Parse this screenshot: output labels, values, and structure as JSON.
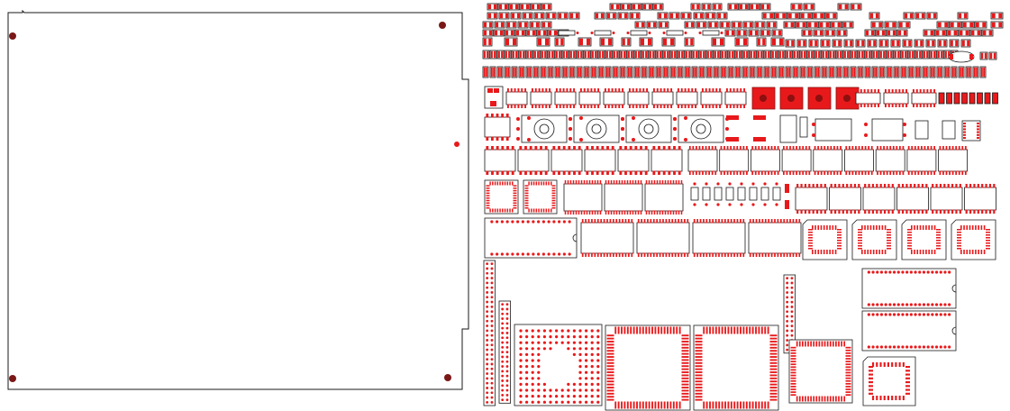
{
  "colors": {
    "background": "#ffffff",
    "outline": "#1a1a1a",
    "pad": "#e8191b",
    "pad_dark": "#8c1010",
    "mounting_hole": "#7a1818",
    "footprint_fill": "#ffffff"
  },
  "board": {
    "shape": "rectangular pcb board outline with right-side notch",
    "mounting_holes": 4,
    "edge_marker": 1
  },
  "footprint_library": {
    "groups": [
      {
        "name": "smd-chip-row-1",
        "kind": "chip-pads",
        "count": 22
      },
      {
        "name": "smd-chip-row-2",
        "kind": "chip-pads",
        "count": 24
      },
      {
        "name": "smd-chip-row-3",
        "kind": "chip-pads",
        "count": 26
      },
      {
        "name": "smd-chip-row-4",
        "kind": "chip-pads",
        "count": 30
      },
      {
        "name": "smd-chip-row-5",
        "kind": "chip-pads",
        "count": 58
      },
      {
        "name": "smd-chip-row-6",
        "kind": "chip-pads",
        "count": 68
      },
      {
        "name": "soic-small-row",
        "kind": "soic",
        "count": 10
      },
      {
        "name": "large-square-pads",
        "kind": "power-pad",
        "count": 4
      },
      {
        "name": "small-pad-arrays",
        "kind": "soic",
        "count": 3
      },
      {
        "name": "trimmer-pots",
        "kind": "pot",
        "count": 4
      },
      {
        "name": "soic-medium-row-1",
        "kind": "soic",
        "count": 15
      },
      {
        "name": "qfn-packages",
        "kind": "qfn",
        "count": 2
      },
      {
        "name": "tssop-packages",
        "kind": "tssop",
        "count": 3
      },
      {
        "name": "through-hole-resistors",
        "kind": "resistor",
        "count": 8
      },
      {
        "name": "soic-medium-row-2",
        "kind": "soic",
        "count": 6
      },
      {
        "name": "dip-socket-large",
        "kind": "dip",
        "count": 1
      },
      {
        "name": "ssop-packages",
        "kind": "ssop",
        "count": 4
      },
      {
        "name": "plcc-small",
        "kind": "plcc",
        "count": 4
      },
      {
        "name": "pin-header-strips",
        "kind": "header",
        "count": 3
      },
      {
        "name": "pga-socket",
        "kind": "pga",
        "count": 1
      },
      {
        "name": "qfp-large",
        "kind": "qfp",
        "count": 2
      },
      {
        "name": "qfp-medium",
        "kind": "qfp",
        "count": 1
      },
      {
        "name": "dip-packages-right",
        "kind": "dip",
        "count": 2
      },
      {
        "name": "plcc-bottom",
        "kind": "plcc",
        "count": 1
      }
    ]
  }
}
